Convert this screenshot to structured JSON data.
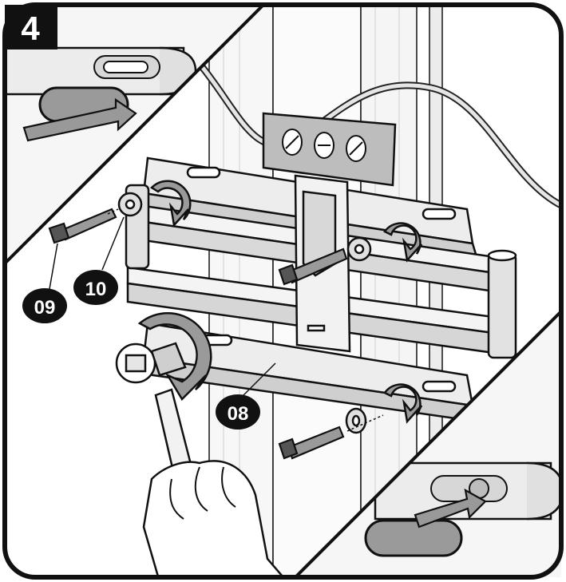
{
  "step": {
    "number": "4"
  },
  "callouts": {
    "washer": "10",
    "screw": "09",
    "bracket": "08"
  },
  "colors": {
    "outline": "#111111",
    "accent_gray": "#b9b9b9",
    "light_gray": "#e9e9e9",
    "mid_gray": "#d2d2d2",
    "arrow_gray": "#8c8c8c",
    "badge": "#111111"
  },
  "icons": {
    "level": "bubble-level-icon",
    "rotate": "rotate-arrow-icon",
    "slide": "slide-arrow-icon",
    "wrench": "socket-wrench-icon"
  }
}
